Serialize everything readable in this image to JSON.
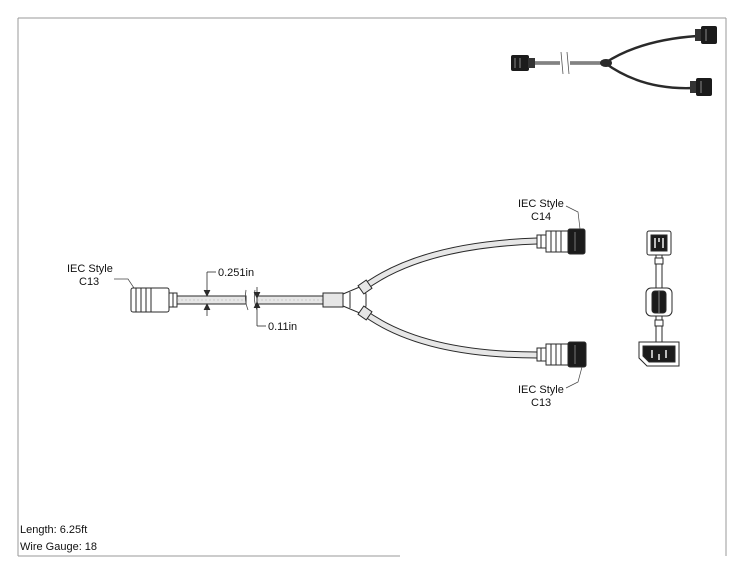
{
  "callouts": {
    "left_connector": {
      "line1": "IEC Style",
      "line2": "C13"
    },
    "top_right_connector": {
      "line1": "IEC Style",
      "line2": "C14"
    },
    "bottom_right_connector": {
      "line1": "IEC Style",
      "line2": "C13"
    }
  },
  "dimensions": {
    "cable_outer_diameter": "0.251in",
    "conductor_diameter": "0.11in"
  },
  "specs": {
    "length": "Length: 6.25ft",
    "wire_gauge": "Wire Gauge: 18"
  },
  "colors": {
    "line": "#2a2a2a",
    "cable_fill": "#e6e6e6",
    "connector_dark": "#1b1b1b",
    "border": "#9a9a9a"
  }
}
